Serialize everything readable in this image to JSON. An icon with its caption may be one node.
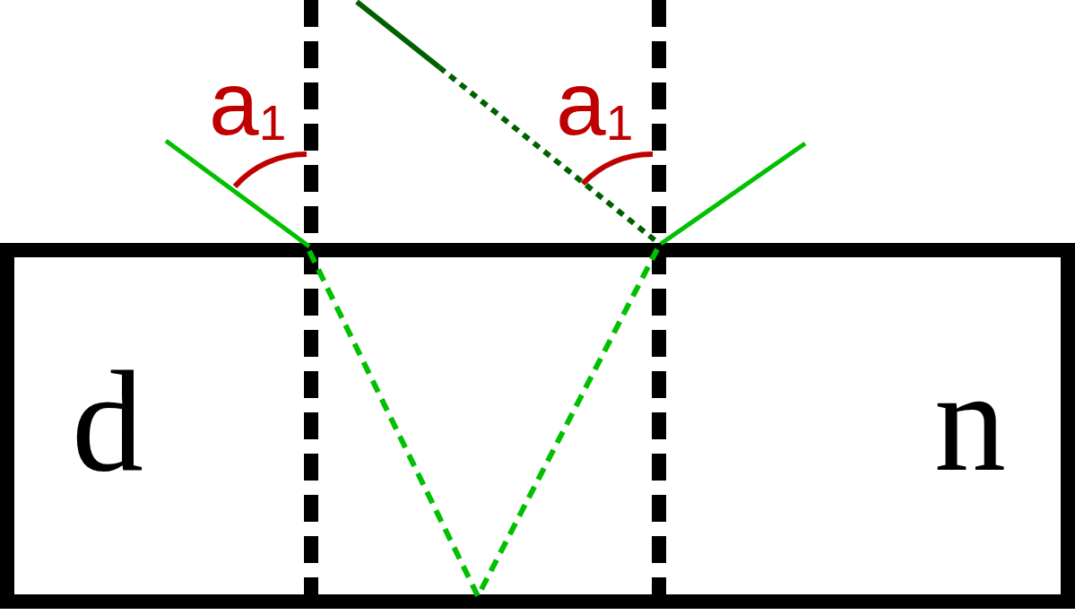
{
  "diagram": {
    "labels": [
      "a$_{1}$",
      "a$_{1}$",
      "d",
      "n"
    ]
  }
}
